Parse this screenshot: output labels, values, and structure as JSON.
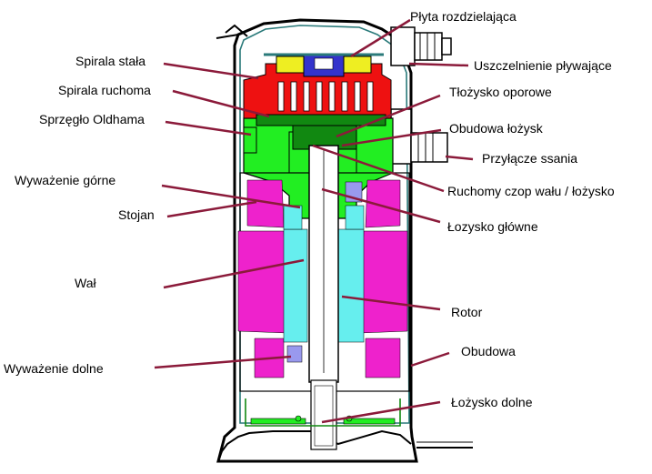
{
  "diagram": {
    "labels": {
      "plyta": "Płyta rozdzielająca",
      "uszczelnienie": "Uszczelnienie pływające",
      "tlozysko": "Tłożysko oporowe",
      "obudowa_lozysk": "Obudowa łożysk",
      "przylacze": "Przyłącze ssania",
      "czop": "Ruchomy czop wału / łożysko",
      "lozysko_glowne": "Łozysko główne",
      "rotor": "Rotor",
      "obudowa": "Obudowa",
      "lozysko_dolne": "Łożysko dolne",
      "spirala_stala": "Spirala stała",
      "spirala_ruchoma": "Spirala ruchoma",
      "sprzeglo": "Sprzęgło Oldhama",
      "wywazenie_gorne": "Wyważenie górne",
      "stojan": "Stojan",
      "wal": "Wał",
      "wywazenie_dolne": "Wyważenie dolne"
    },
    "colors": {
      "leader": "#8b1a3a",
      "fixed_scroll": "#ee1111",
      "orbiting_scroll": "#118811",
      "frame": "#22ee22",
      "stator": "#ee22cc",
      "rotor": "#66eeee",
      "bearing": "#9999ee",
      "seal": "#eeee22",
      "seal_ring": "#3333cc",
      "shell": "#000000",
      "shell_inner": "#2a7a7a"
    }
  }
}
